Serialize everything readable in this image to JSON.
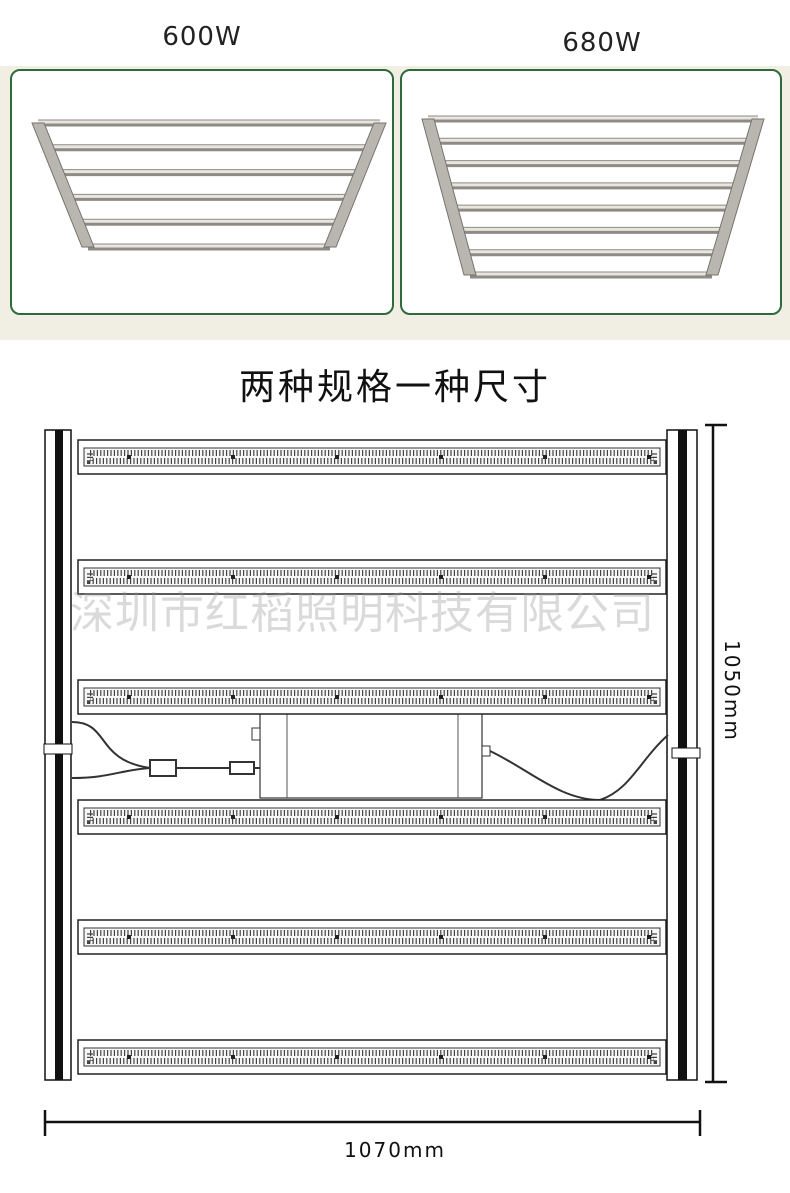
{
  "models": [
    {
      "label": "600W",
      "bar_count": 6
    },
    {
      "label": "680W",
      "bar_count": 8
    }
  ],
  "headline": "两种规格一种尺寸",
  "watermark": "深圳市红稻照明科技有限公司",
  "dimensions": {
    "height": "1050mm",
    "width": "1070mm"
  },
  "diagram": {
    "bar_count": 6
  },
  "colors": {
    "card_border": "#2f6b3a",
    "band_background": "#f1efe4",
    "line": "#111111"
  }
}
